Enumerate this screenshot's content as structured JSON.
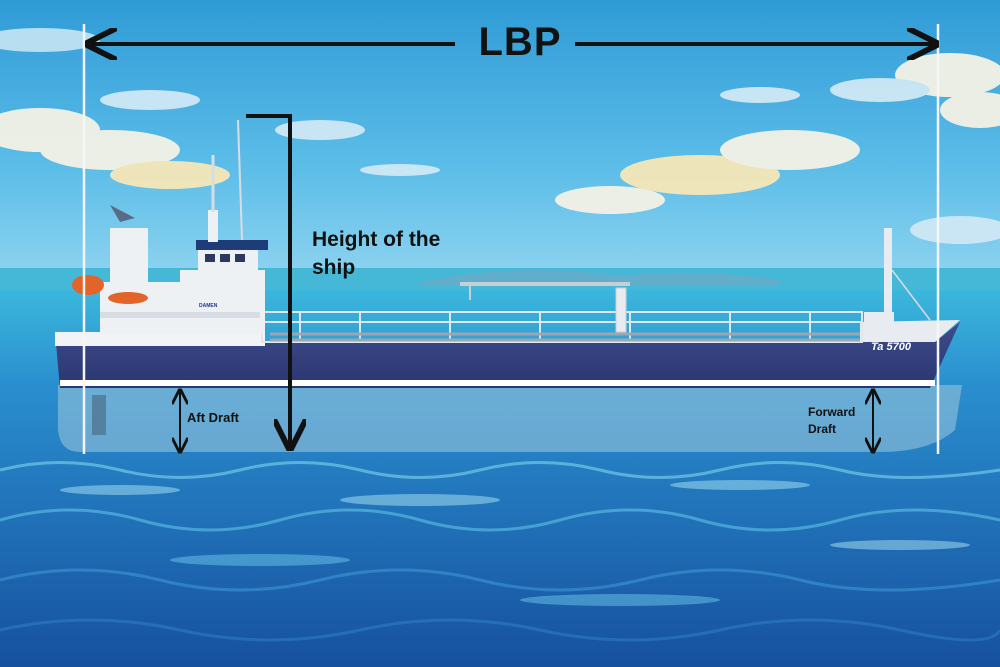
{
  "diagram": {
    "lbp_label": "LBP",
    "height_label": "Height of the ship",
    "aft_draft_label": "Aft Draft",
    "forward_draft_label": "Forward Draft",
    "ship_name": "Ta 5700",
    "ship_brand": "DAMEN"
  },
  "colors": {
    "sky": "#3aa6dc",
    "sea": "#1f6fb8",
    "hull": "#34427e",
    "superstructure": "#eef1f4",
    "annotation": "#111111"
  }
}
